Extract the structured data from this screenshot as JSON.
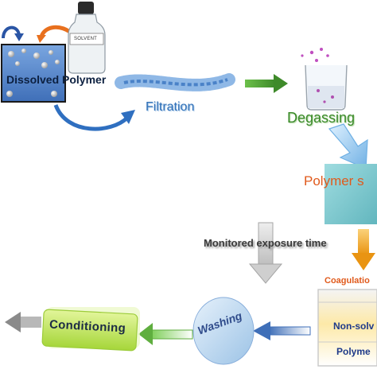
{
  "labels": {
    "dissolved_polymer": "Dissolved Polymer",
    "solvent": "SOLVENT",
    "filtration": "Filtration",
    "degassing": "Degassing",
    "polymer_solution": "Polymer s",
    "monitored_exposure": "Monitored exposure time",
    "coagulation": "Coagulatio",
    "non_solvent": "Non-solv",
    "polymer_film": "Polyme",
    "washing": "Washing",
    "conditioning": "Conditioning"
  },
  "colors": {
    "tank_water": "#4f7fc8",
    "step_arrow_green": "#4a9a35",
    "step_arrow_blue": "#6fb0e4",
    "step_arrow_orange": "#f0a21a",
    "step_arrow_gray": "#d6d6d6",
    "conditioning_box": "#c6e85a",
    "washing_ellipse": "#a9cbea"
  }
}
